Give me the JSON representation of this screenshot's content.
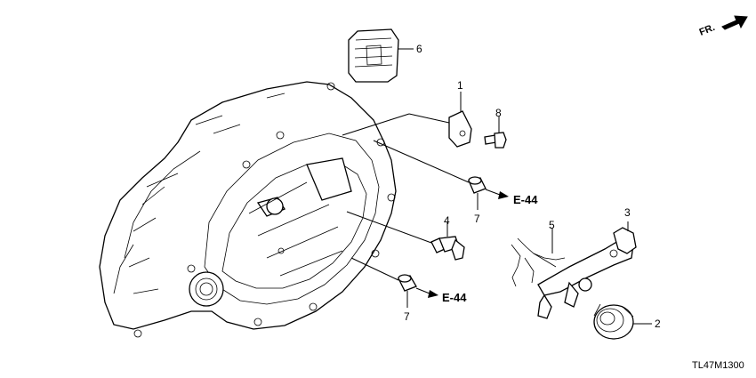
{
  "direction_label": "FR.",
  "diagram_code": "TL47M1300",
  "callouts": [
    "1",
    "2",
    "3",
    "4",
    "5",
    "6",
    "7",
    "7",
    "8"
  ],
  "references": [
    "E-44",
    "E-44"
  ]
}
